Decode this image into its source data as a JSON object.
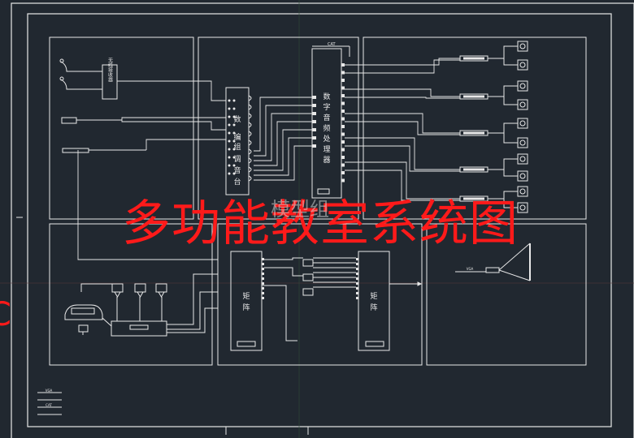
{
  "diagram": {
    "title": "多功能教室系统图",
    "watermark": "模型组",
    "mixer_label": "调音台",
    "mixer_prefix": "数",
    "mixer_line2": "编",
    "mixer_line3": "组",
    "mixer_line4": "调",
    "mixer_line5": "音",
    "mixer_line6": "台",
    "dsp_label": "数字音频处理器",
    "dsp_top_tag": "CAT",
    "matrix_left_label": "矩阵",
    "matrix_right_label": "矩阵",
    "wireless_receiver_label": "无线接收器",
    "vga_tag": "VGA",
    "legend": {
      "items": [
        "VGA",
        "CAT",
        "",
        ""
      ]
    }
  },
  "colors": {
    "background": "#212830",
    "line": "#e8e8e8",
    "title_red": "#ff1a1a",
    "watermark_grey": "#cfcfcf"
  },
  "edge_glyph": "C"
}
